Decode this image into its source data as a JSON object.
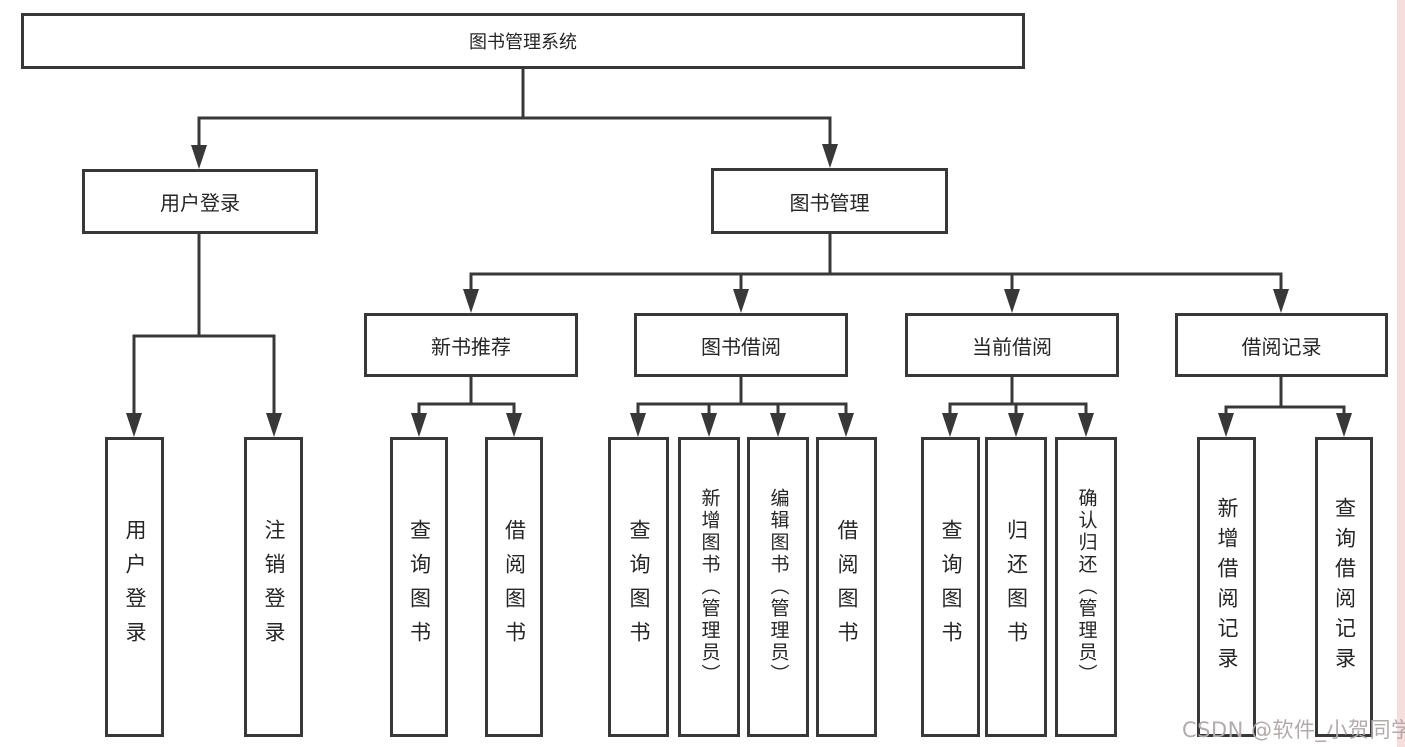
{
  "diagram": {
    "type": "hierarchy-tree",
    "root": {
      "label": "图书管理系统"
    },
    "branches": [
      {
        "label": "用户登录",
        "children": [
          {
            "label": "用户登录"
          },
          {
            "label": "注销登录"
          }
        ]
      },
      {
        "label": "图书管理",
        "children": [
          {
            "label": "新书推荐",
            "children": [
              {
                "label": "查询图书"
              },
              {
                "label": "借阅图书"
              }
            ]
          },
          {
            "label": "图书借阅",
            "children": [
              {
                "label": "查询图书"
              },
              {
                "label": "新增图书（管理员）"
              },
              {
                "label": "编辑图书（管理员）"
              },
              {
                "label": "借阅图书"
              }
            ]
          },
          {
            "label": "当前借阅",
            "children": [
              {
                "label": "查询图书"
              },
              {
                "label": "归还图书"
              },
              {
                "label": "确认归还（管理员）"
              }
            ]
          },
          {
            "label": "借阅记录",
            "children": [
              {
                "label": "新增借阅记录"
              },
              {
                "label": "查询借阅记录"
              }
            ]
          }
        ]
      }
    ]
  },
  "watermark": {
    "text": "CSDN @软件_小贺同学"
  },
  "colors": {
    "line": "#383838",
    "box_border": "#383838",
    "text": "#262626",
    "watermark": "#b3abab",
    "right_edge_tint": "#f6dede",
    "background": "#ffffff"
  }
}
